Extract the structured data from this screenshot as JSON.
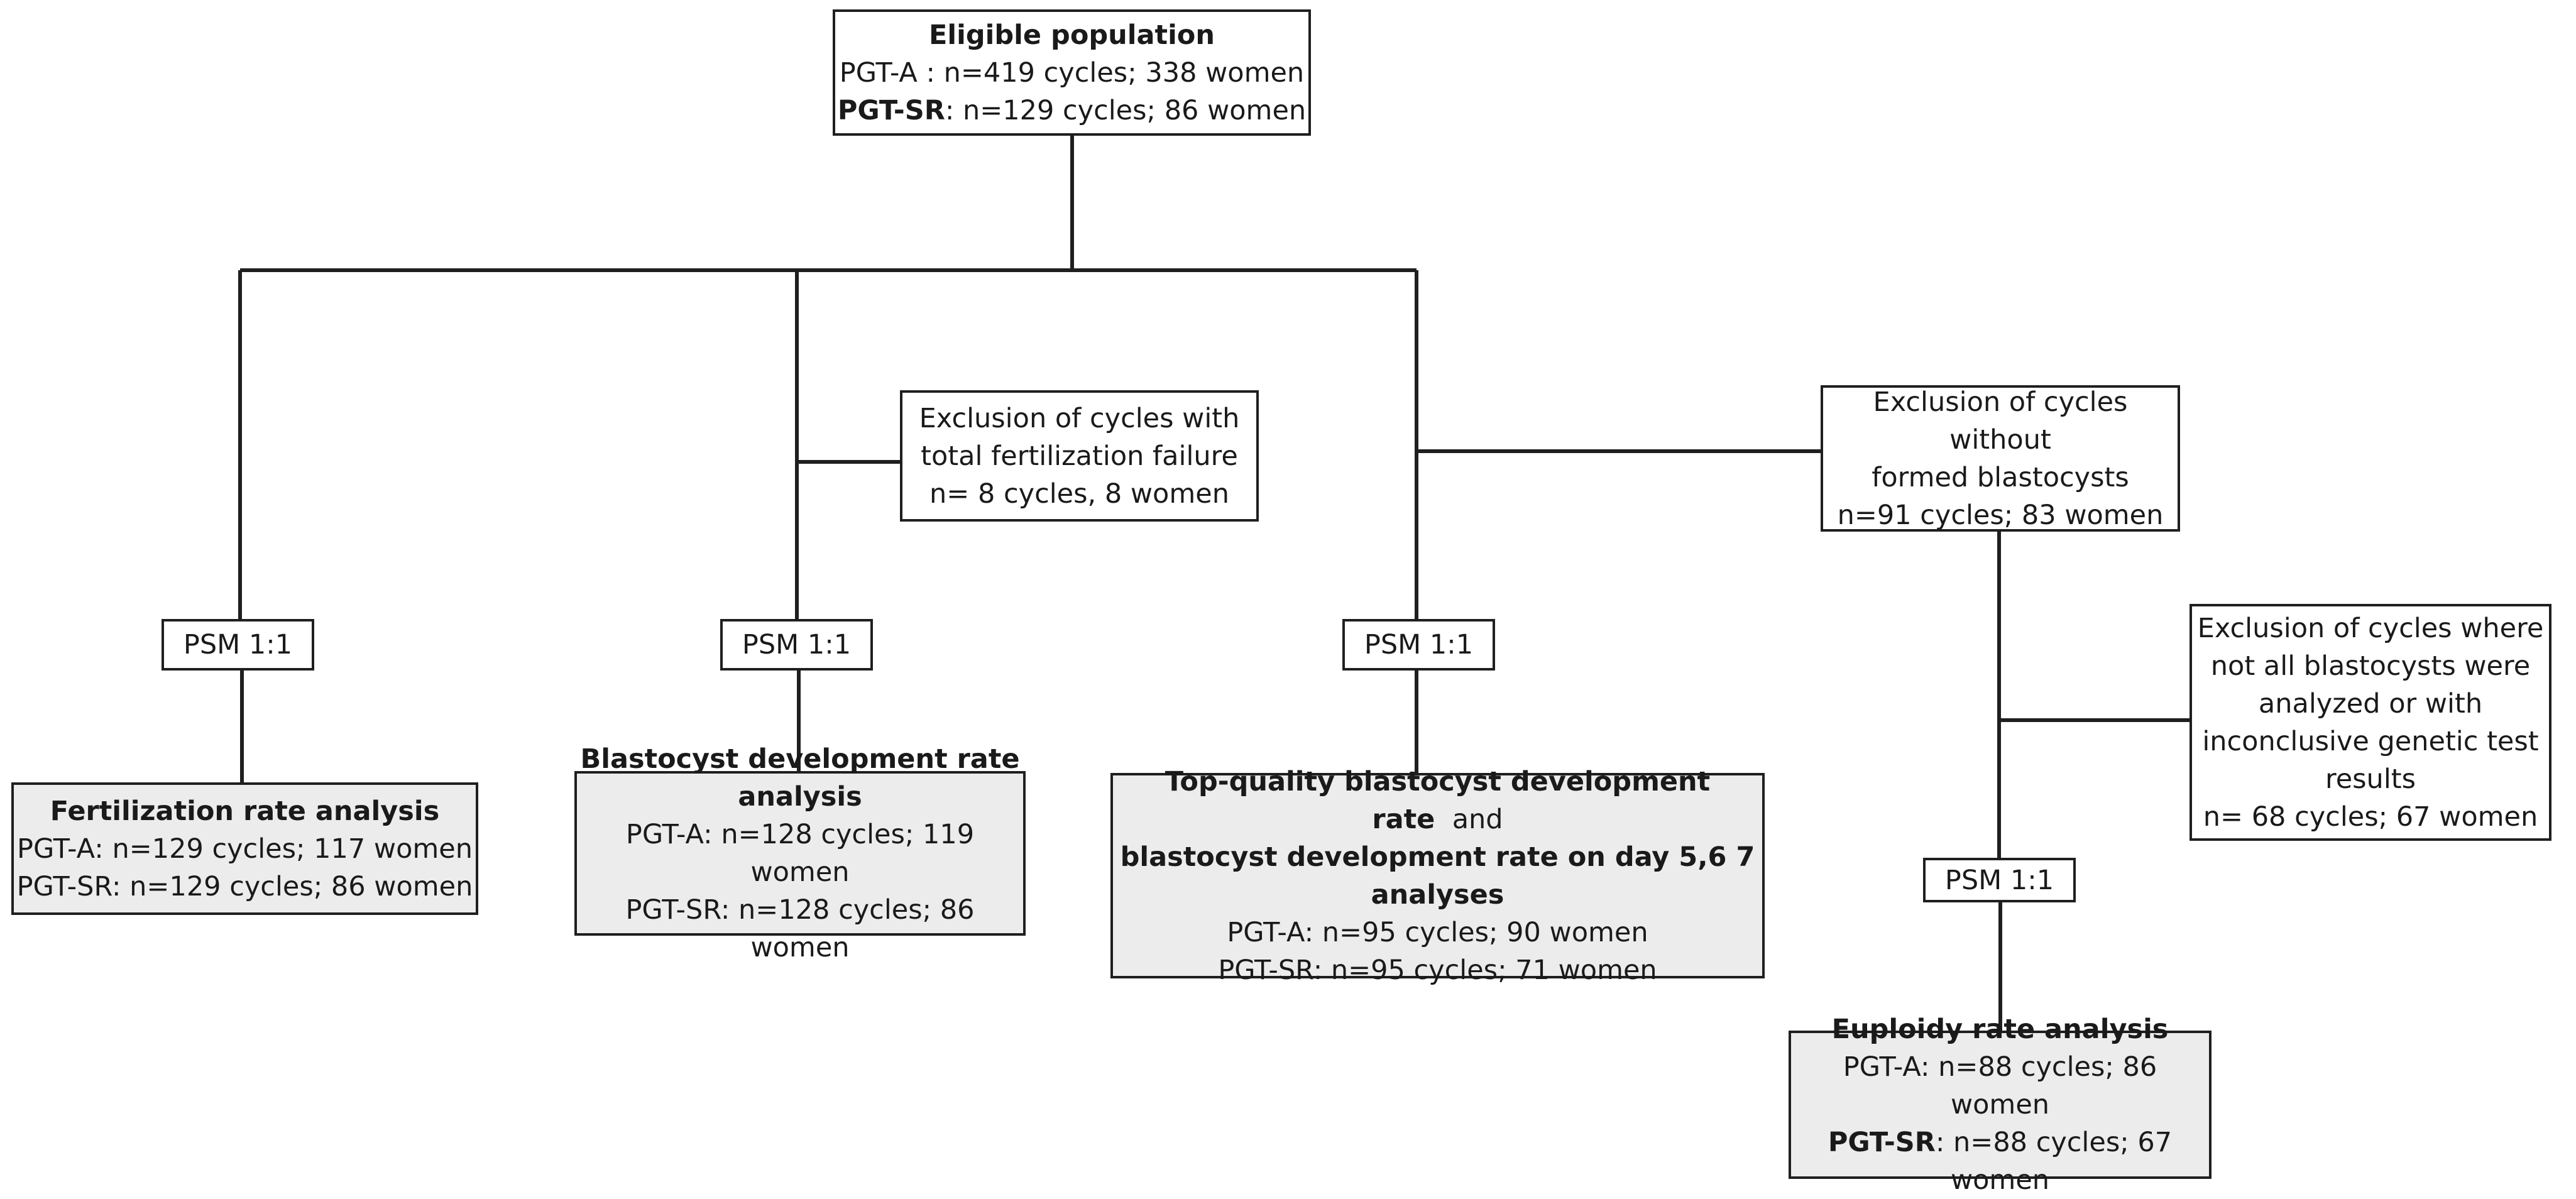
{
  "eligible": {
    "title": "Eligible population",
    "line1": "PGT-A : n=419 cycles; 338 women",
    "line2_bold": "PGT-SR",
    "line2_rest": ": n=129 cycles; 86 women"
  },
  "exclusion_fert": {
    "line1": "Exclusion of cycles with",
    "line2": "total fertilization failure",
    "line3": "n= 8 cycles, 8 women"
  },
  "exclusion_blast": {
    "line1": "Exclusion of cycles without",
    "line2": "formed blastocysts",
    "line3": "n=91 cycles; 83 women"
  },
  "exclusion_genetic": {
    "line1": "Exclusion of cycles where",
    "line2": "not all blastocysts were",
    "line3": "analyzed or with",
    "line4": "inconclusive genetic test",
    "line5": "results",
    "line6": "n= 68 cycles; 67 women"
  },
  "psm": {
    "label1": "PSM 1:1",
    "label2": "PSM 1:1",
    "label3": "PSM 1:1",
    "label4": "PSM 1:1"
  },
  "fertilization": {
    "title": "Fertilization rate analysis",
    "line1": "PGT-A: n=129 cycles; 117 women",
    "line2": "PGT-SR: n=129 cycles; 86 women"
  },
  "blastocyst": {
    "title1": "Blastocyst development rate",
    "title2": "analysis",
    "line1": "PGT-A: n=128 cycles; 119 women",
    "line2": "PGT-SR: n=128 cycles; 86 women"
  },
  "topquality": {
    "title1_bold": "Top-quality blastocyst development rate",
    "title1_and": "and",
    "title2": "blastocyst development rate on day 5,6 7",
    "title3": "analyses",
    "line1": "PGT-A: n=95 cycles; 90 women",
    "line2": "PGT-SR: n=95 cycles; 71 women"
  },
  "euploidy": {
    "title": "Euploidy rate analysis",
    "line1": "PGT-A: n=88 cycles; 86 women",
    "line2_bold": "PGT-SR",
    "line2_rest": ": n=88 cycles; 67 women"
  }
}
